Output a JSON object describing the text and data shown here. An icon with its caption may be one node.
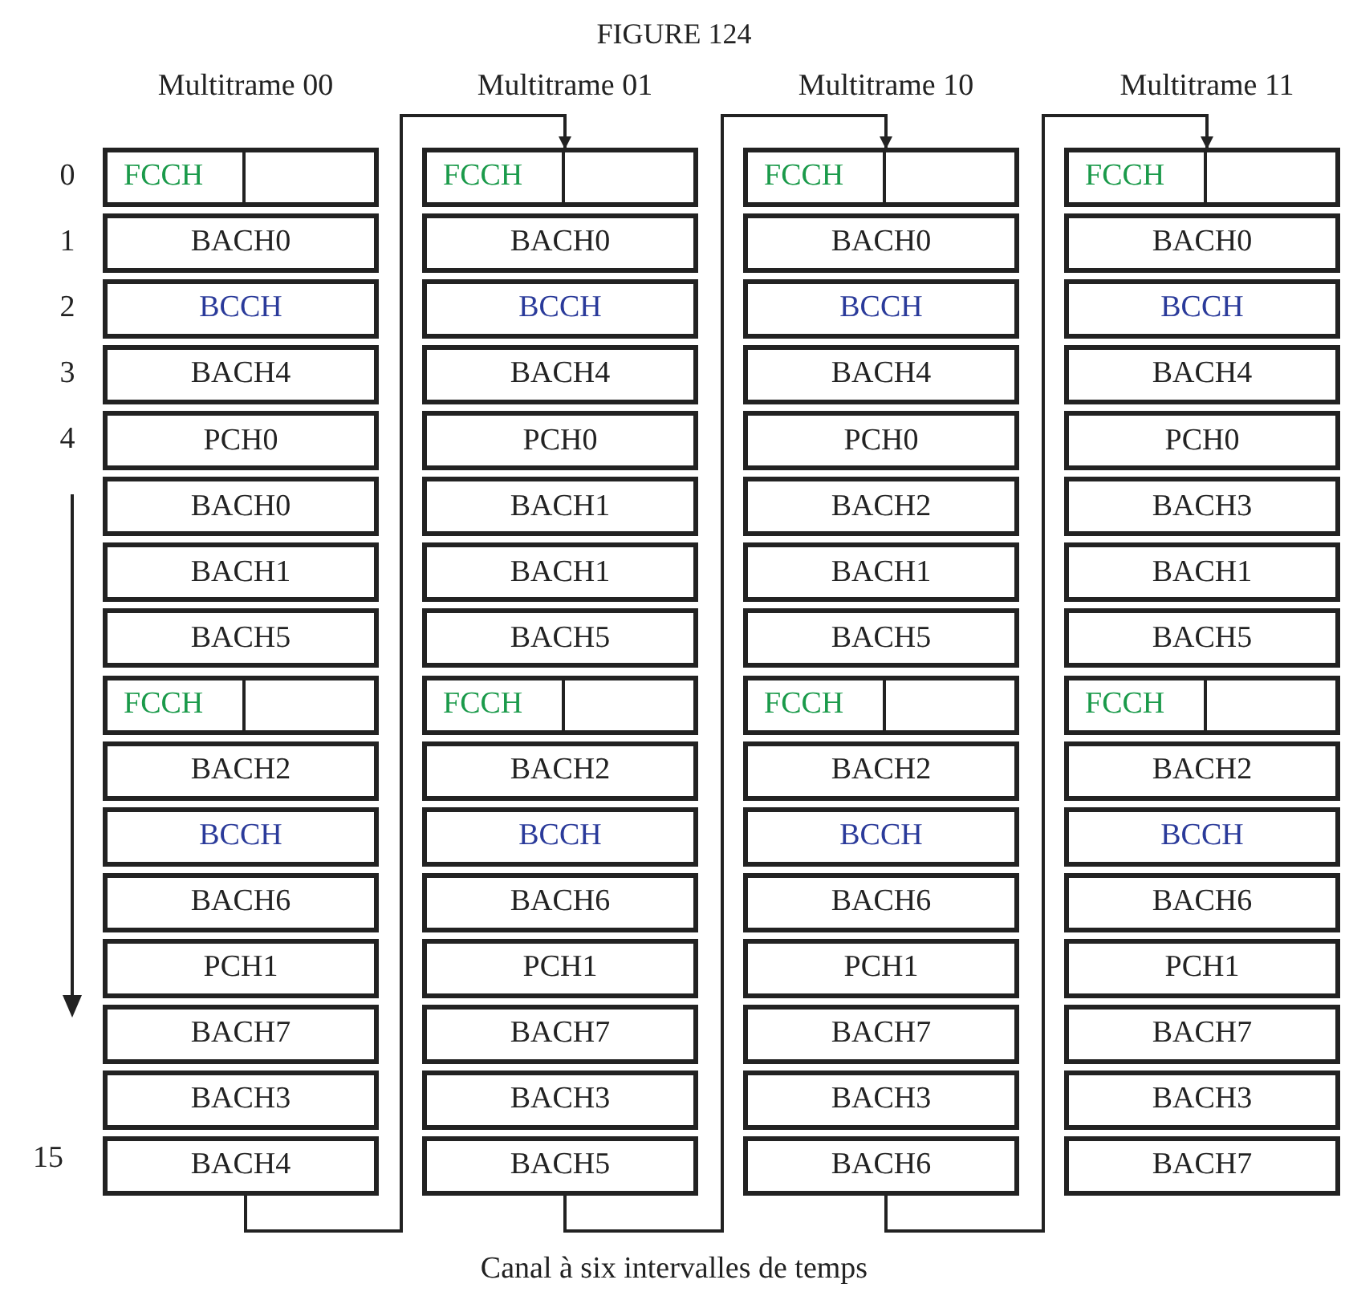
{
  "diagram": {
    "title": "FIGURE 124",
    "caption": "Canal à six intervalles de temps",
    "nodes": [
      {
        "text": [
          "FCCH"
        ]
      },
      {
        "text": [
          "BACH0"
        ]
      },
      {
        "text": [
          "BCCH"
        ]
      },
      {
        "text": [
          "BACH4"
        ]
      },
      {
        "text": [
          "PCH0"
        ]
      },
      {
        "text": [
          "BACH0"
        ]
      },
      {
        "text": [
          "BACH1"
        ]
      },
      {
        "text": [
          "BACH5"
        ]
      },
      {
        "text": [
          "FCCH"
        ]
      },
      {
        "text": [
          "BACH2"
        ]
      },
      {
        "text": [
          "BCCH"
        ]
      },
      {
        "text": [
          "BACH6"
        ]
      },
      {
        "text": [
          "PCH1"
        ]
      },
      {
        "text": [
          "BACH7"
        ]
      },
      {
        "text": [
          "BACH3"
        ]
      },
      {
        "text": [
          "BACH4"
        ]
      },
      {
        "text": [
          "FCCH"
        ]
      },
      {
        "text": [
          "BACH0"
        ]
      },
      {
        "text": [
          "BCCH"
        ]
      },
      {
        "text": [
          "BACH4"
        ]
      },
      {
        "text": [
          "PCH0"
        ]
      },
      {
        "text": [
          "BACH1"
        ]
      },
      {
        "text": [
          "BACH1"
        ]
      },
      {
        "text": [
          "BACH5"
        ]
      },
      {
        "text": [
          "FCCH"
        ]
      },
      {
        "text": [
          "BACH2"
        ]
      },
      {
        "text": [
          "BCCH"
        ]
      },
      {
        "text": [
          "BACH6"
        ]
      },
      {
        "text": [
          "PCH1"
        ]
      },
      {
        "text": [
          "BACH7"
        ]
      },
      {
        "text": [
          "BACH3"
        ]
      },
      {
        "text": [
          "BACH5"
        ]
      },
      {
        "text": [
          "FCCH"
        ]
      },
      {
        "text": [
          "BACH0"
        ]
      },
      {
        "text": [
          "BCCH"
        ]
      },
      {
        "text": [
          "BACH4"
        ]
      },
      {
        "text": [
          "PCH0"
        ]
      },
      {
        "text": [
          "BACH2"
        ]
      },
      {
        "text": [
          "BACH1"
        ]
      },
      {
        "text": [
          "BACH5"
        ]
      },
      {
        "text": [
          "FCCH"
        ]
      },
      {
        "text": [
          "BACH2"
        ]
      },
      {
        "text": [
          "BCCH"
        ]
      },
      {
        "text": [
          "BACH6"
        ]
      },
      {
        "text": [
          "PCH1"
        ]
      },
      {
        "text": [
          "BACH7"
        ]
      },
      {
        "text": [
          "BACH3"
        ]
      },
      {
        "text": [
          "BACH6"
        ]
      },
      {
        "text": [
          "FCCH"
        ]
      },
      {
        "text": [
          "BACH0"
        ]
      },
      {
        "text": [
          "BCCH"
        ]
      },
      {
        "text": [
          "BACH4"
        ]
      },
      {
        "text": [
          "PCH0"
        ]
      },
      {
        "text": [
          "BACH3"
        ]
      },
      {
        "text": [
          "BACH1"
        ]
      },
      {
        "text": [
          "BACH5"
        ]
      },
      {
        "text": [
          "FCCH"
        ]
      },
      {
        "text": [
          "BACH2"
        ]
      },
      {
        "text": [
          "BCCH"
        ]
      },
      {
        "text": [
          "BACH6"
        ]
      },
      {
        "text": [
          "PCH1"
        ]
      },
      {
        "text": [
          "BACH7"
        ]
      },
      {
        "text": [
          "BACH3"
        ]
      },
      {
        "text": [
          "BACH7"
        ]
      }
    ],
    "edges": [
      {
        "from": 15,
        "to": 16,
        "arrow": "to"
      },
      {
        "from": 31,
        "to": 32,
        "arrow": "to"
      },
      {
        "from": 47,
        "to": 48,
        "arrow": "to"
      }
    ],
    "labels": [
      "Multitrame 00",
      "Multitrame 01",
      "Multitrame 10",
      "Multitrame 11",
      "0",
      "1",
      "2",
      "3",
      "4",
      "15"
    ]
  }
}
